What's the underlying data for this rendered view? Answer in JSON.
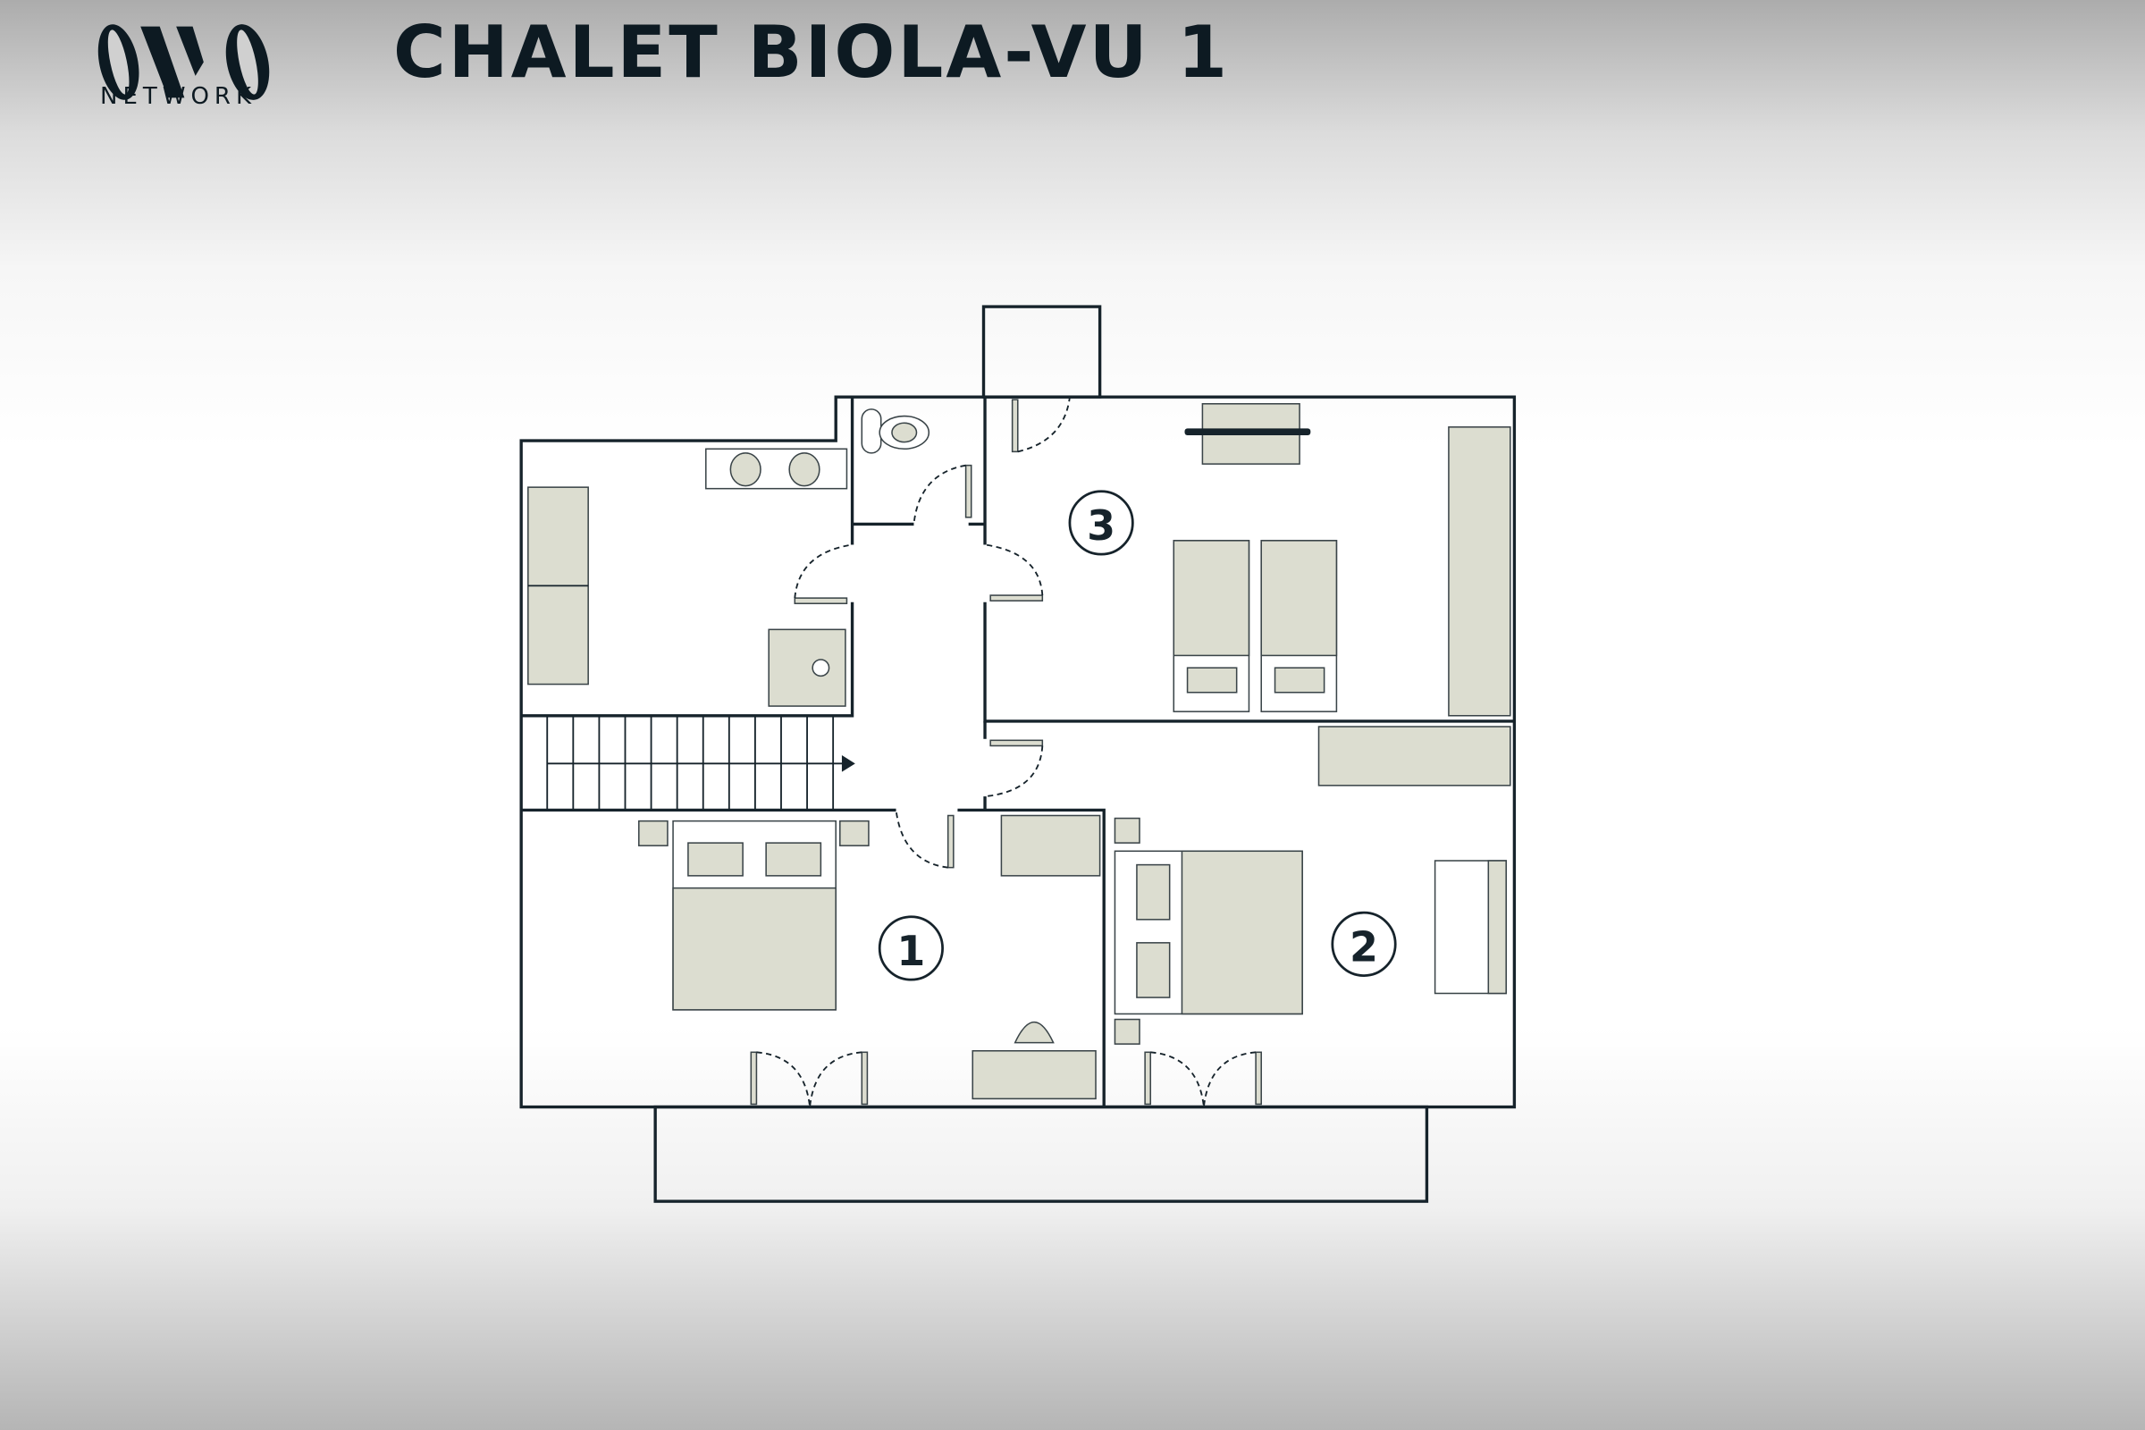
{
  "header": {
    "title": "CHALET BIOLA-VU 1",
    "logo_text": "NETWORK"
  },
  "floorplan": {
    "rooms": [
      {
        "id": "bedroom-1",
        "label": "1"
      },
      {
        "id": "bedroom-2",
        "label": "2"
      },
      {
        "id": "bedroom-3",
        "label": "3"
      }
    ]
  },
  "colors": {
    "ink": "#16232b",
    "furniture": "#dcddd0",
    "background": "#ffffff"
  }
}
